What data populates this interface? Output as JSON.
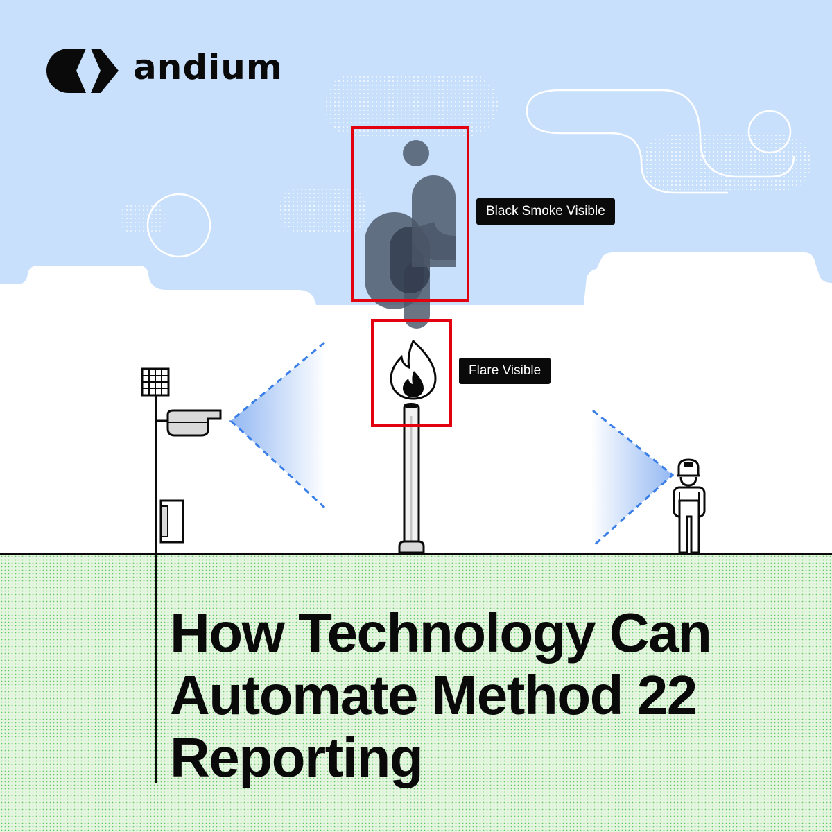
{
  "brand": {
    "name": "andium",
    "logo_icon": "andium-logo-mark-icon"
  },
  "annotations": {
    "smoke_label": "Black Smoke Visible",
    "flare_label": "Flare Visible",
    "box_color": "#e3000f"
  },
  "headline": {
    "lines": [
      "How Technology Can",
      "Automate Method 22",
      "Reporting"
    ]
  },
  "scene": {
    "sky_color": "#c8e0fb",
    "ground_color": "#e4f5e0",
    "ground_dot_color": "#64c864",
    "smoke_color": "#4a5568",
    "camera_cone_color": "#3a7ee8",
    "icons": [
      "solar-panel-icon",
      "security-camera-icon",
      "junction-box-icon",
      "flare-stack-icon",
      "flame-icon",
      "worker-icon"
    ]
  }
}
